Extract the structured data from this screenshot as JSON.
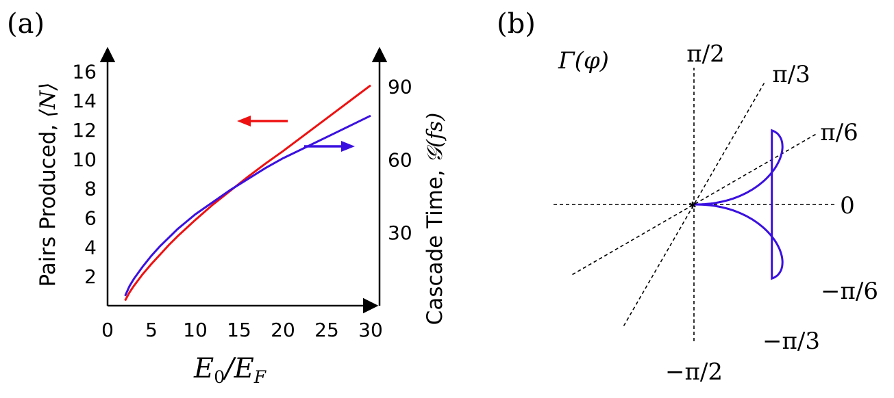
{
  "chart_data": [
    {
      "panel_label": "(a)",
      "type": "line",
      "xlabel": "E₀/E_F",
      "xlabel_main": "E",
      "xlabel_sub0": "0",
      "xlabel_slash": "/E",
      "xlabel_subF": "F",
      "xlim": [
        0,
        30
      ],
      "x_ticks": [
        "0",
        "5",
        "10",
        "15",
        "20",
        "25",
        "30"
      ],
      "left_axis": {
        "label": "Pairs Produced, ⟨N⟩",
        "label_text": "Pairs Produced, ",
        "label_math": "⟨N⟩",
        "ylim": [
          0,
          16.3
        ],
        "ticks": [
          "2",
          "4",
          "6",
          "8",
          "10",
          "12",
          "14",
          "16"
        ]
      },
      "right_axis": {
        "label": "Cascade Time, 𝒢(fs)",
        "label_text": "Cascade Time, ",
        "label_math": "𝒢(fs)",
        "ylim": [
          0,
          98
        ],
        "ticks": [
          "30",
          "60",
          "90"
        ]
      },
      "series": [
        {
          "color": "#ee1111",
          "axis": "left",
          "arrow": "left",
          "x": [
            2.0,
            2.5,
            3,
            4,
            5,
            6,
            7,
            8,
            9,
            10,
            12,
            14,
            16,
            18,
            20,
            22,
            24,
            26,
            28,
            30
          ],
          "y": [
            0.35,
            0.9,
            1.35,
            2.15,
            2.85,
            3.5,
            4.15,
            4.75,
            5.3,
            5.85,
            6.9,
            7.85,
            8.8,
            9.7,
            10.55,
            11.45,
            12.35,
            13.25,
            14.15,
            15.05
          ]
        },
        {
          "color": "#3a10e0",
          "axis": "right",
          "arrow": "right",
          "x": [
            2.0,
            2.5,
            3,
            4,
            5,
            6,
            7,
            8,
            9,
            10,
            12,
            14,
            16,
            18,
            20,
            22,
            24,
            26,
            28,
            30
          ],
          "y": [
            4.0,
            8.0,
            11.0,
            16.0,
            20.5,
            24.5,
            28.0,
            31.5,
            34.5,
            37.5,
            42.5,
            47.5,
            52.0,
            56.5,
            60.5,
            64.0,
            67.5,
            71.0,
            74.5,
            78.0
          ]
        }
      ]
    },
    {
      "panel_label": "(b)",
      "type": "polar",
      "title": "Γ(φ)",
      "angle_labels": [
        "π/2",
        "π/3",
        "π/6",
        "0",
        "−π/6",
        "−π/3",
        "−π/2"
      ],
      "angles_deg": [
        90,
        60,
        30,
        0,
        -30,
        -60,
        -90
      ],
      "curve_color": "#3a10e0",
      "lobe_peaks_deg": [
        17,
        -17
      ],
      "lobe_peak_value": 1.0
    }
  ]
}
